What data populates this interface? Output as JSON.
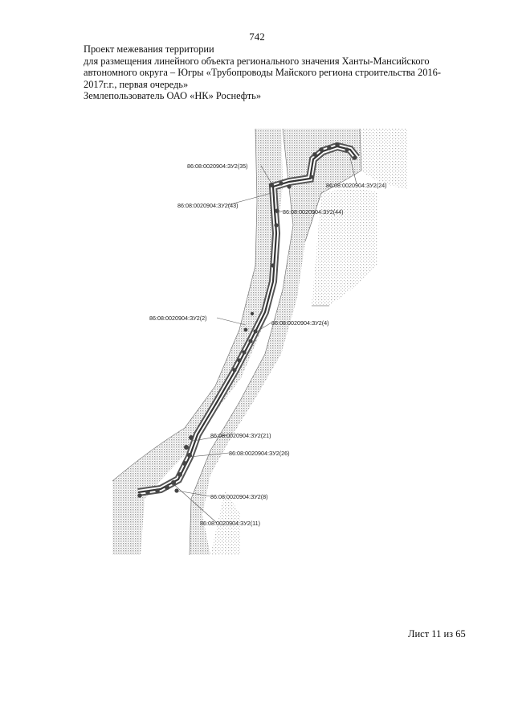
{
  "page_number": "742",
  "header": {
    "line1": "Проект межевания территории",
    "line2": "для размещения линейного объекта регионального значения Ханты-Мансийского",
    "line3": "автономного округа – Югры «Трубопроводы Майского региона строительства 2016-",
    "line4": "2017г.г., первая очередь»",
    "line5": "Землепользователь ОАО «НК» Роснефть»"
  },
  "map": {
    "labels": [
      "86:08:0020904:ЗУ2(35)",
      "86:08:0020904:ЗУ2(24)",
      "86:08:0020904:ЗУ2(43)",
      "86:08:0020904:ЗУ2(44)",
      "86:08:0020904:ЗУ2(2)",
      "86:08:0020904:ЗУ2(4)",
      "86:08:0020904:ЗУ2(21)",
      "86:08:0020904:ЗУ2(26)",
      "86:08:0020904:ЗУ2(8)",
      "86:08:0020904:ЗУ2(11)"
    ]
  },
  "footer": {
    "sheet": "Лист 11 из 65"
  }
}
